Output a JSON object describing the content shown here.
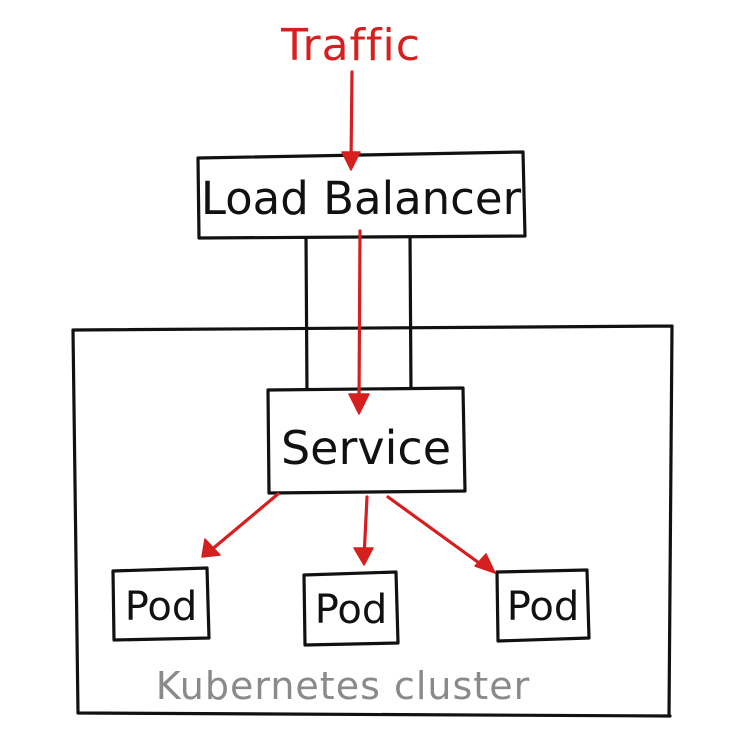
{
  "labels": {
    "traffic": "Traffic",
    "load_balancer": "Load Balancer",
    "service": "Service",
    "pod_1": "Pod",
    "pod_2": "Pod",
    "pod_3": "Pod",
    "cluster": "Kubernetes cluster"
  },
  "colors": {
    "ink": "#111111",
    "traffic_red": "#d61f1f",
    "cluster_label_gray": "#8a8a8a"
  }
}
